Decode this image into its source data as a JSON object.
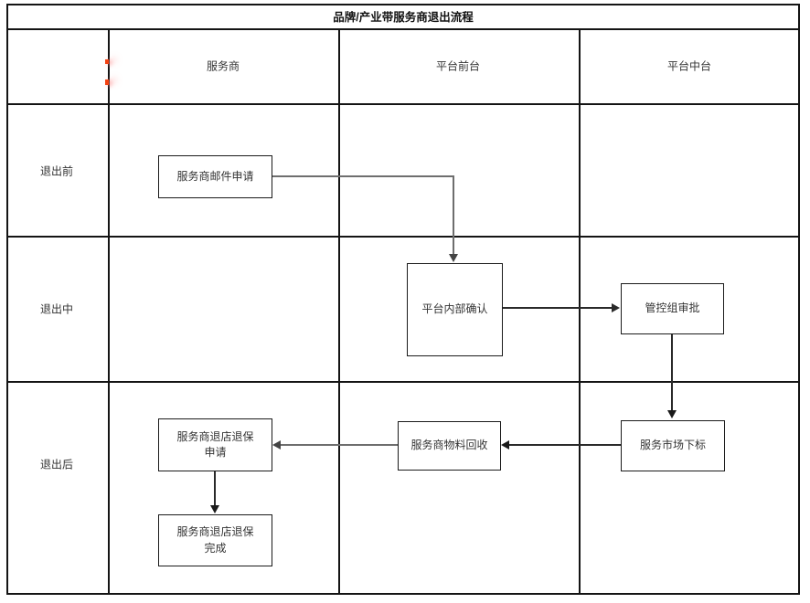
{
  "diagram_title": "品牌/产业带服务商退出流程",
  "lanes": {
    "column_headers": [
      "服务商",
      "平台前台",
      "平台中台"
    ],
    "row_headers": [
      "退出前",
      "退出中",
      "退出后"
    ]
  },
  "nodes": {
    "provider_email_application": {
      "label": "服务商邮件申请",
      "column": "服务商",
      "row": "退出前"
    },
    "platform_internal_confirm": {
      "label": "平台内部确认",
      "column": "平台前台",
      "row": "退出中"
    },
    "control_group_approval": {
      "label": "管控组审批",
      "column": "平台中台",
      "row": "退出中"
    },
    "service_market_delist": {
      "label": "服务市场下标",
      "column": "平台中台",
      "row": "退出后"
    },
    "provider_material_recycle": {
      "label": "服务商物料回收",
      "column": "平台前台",
      "row": "退出后"
    },
    "provider_store_refund_apply": {
      "label": "服务商退店退保\n申请",
      "column": "服务商",
      "row": "退出后"
    },
    "provider_store_refund_done": {
      "label": "服务商退店退保\n完成",
      "column": "服务商",
      "row": "退出后"
    }
  },
  "connections": [
    {
      "from": "provider_email_application",
      "to": "platform_internal_confirm",
      "shape": "right-then-down"
    },
    {
      "from": "platform_internal_confirm",
      "to": "control_group_approval",
      "shape": "right"
    },
    {
      "from": "control_group_approval",
      "to": "service_market_delist",
      "shape": "down"
    },
    {
      "from": "service_market_delist",
      "to": "provider_material_recycle",
      "shape": "left"
    },
    {
      "from": "provider_material_recycle",
      "to": "provider_store_refund_apply",
      "shape": "left"
    },
    {
      "from": "provider_store_refund_apply",
      "to": "provider_store_refund_done",
      "shape": "down"
    }
  ],
  "colors": {
    "border": "#1a1a1a",
    "arrow_dark": "#1a1a1a",
    "arrow_gray": "#6e6e6e",
    "text": "#333333",
    "background": "#ffffff",
    "artifact_red": "#f44211"
  }
}
